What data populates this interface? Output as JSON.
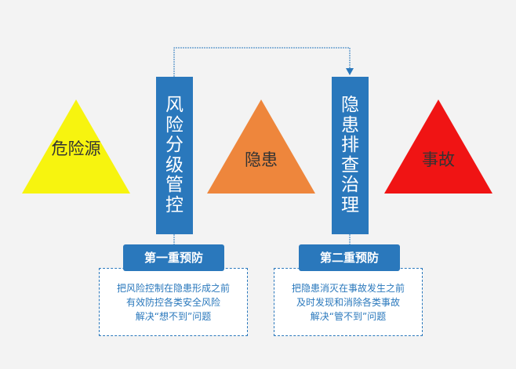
{
  "triangles": [
    {
      "label": "危险源",
      "color": "#f7f40f"
    },
    {
      "label": "隐患",
      "color": "#ee863c"
    },
    {
      "label": "事故",
      "color": "#f01414"
    }
  ],
  "bars": [
    {
      "label": "风险分级管控"
    },
    {
      "label": "隐患排查治理"
    }
  ],
  "stages": [
    {
      "title": "第一重预防",
      "lines": [
        "把风险控制在隐患形成之前",
        "有效防控各类安全风险",
        "解决“想不到”问题"
      ]
    },
    {
      "title": "第二重预防",
      "lines": [
        "把隐患消灭在事故发生之前",
        "及时发现和消除各类事故",
        "解决“管不到”问题"
      ]
    }
  ],
  "colors": {
    "accent": "#2a78bc",
    "background": "#f3f3f3"
  }
}
